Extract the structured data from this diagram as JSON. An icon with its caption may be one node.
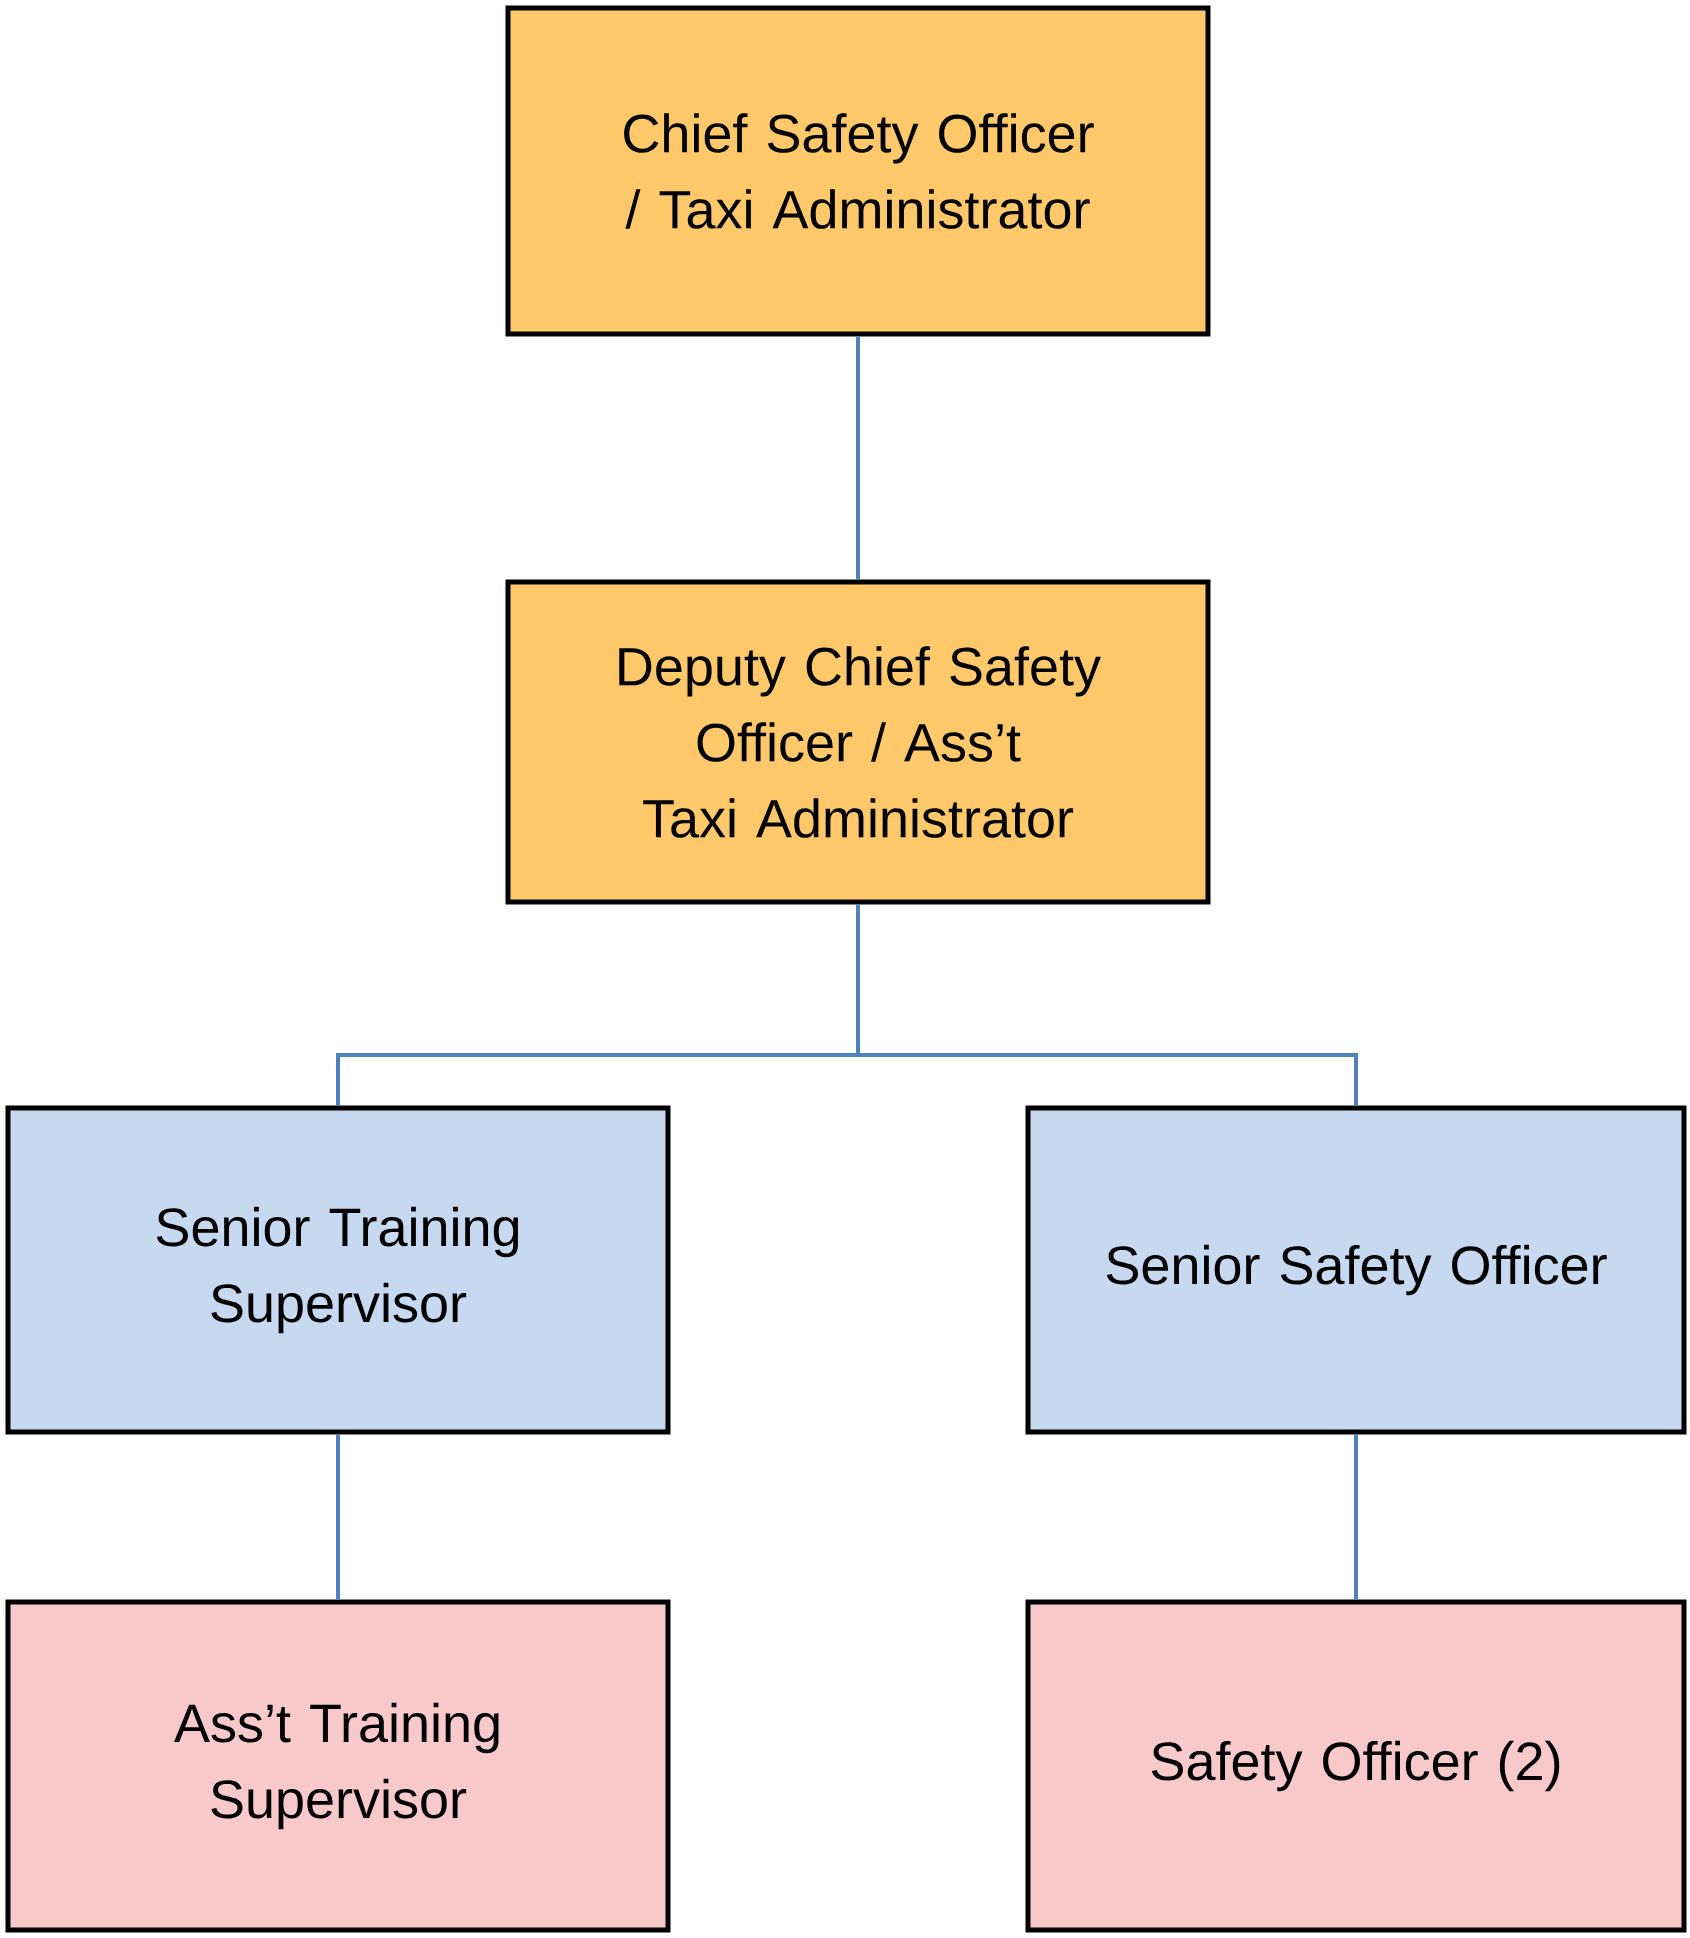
{
  "diagram": {
    "nodes": [
      {
        "text": [
          "Chief Safety Officer / Taxi Administrator"
        ]
      },
      {
        "text": [
          "Deputy Chief Safety Officer / Ass’t Taxi Administrator"
        ]
      },
      {
        "text": [
          "Senior Training Supervisor"
        ]
      },
      {
        "text": [
          "Senior Safety Officer"
        ]
      },
      {
        "text": [
          "Ass’t Training Supervisor"
        ]
      },
      {
        "text": [
          "Safety Officer (2)"
        ]
      }
    ],
    "edges": [
      {
        "from": 0,
        "to": 1,
        "arrow": "none"
      },
      {
        "from": 1,
        "to": 2,
        "arrow": "none"
      },
      {
        "from": 1,
        "to": 3,
        "arrow": "none"
      },
      {
        "from": 2,
        "to": 4,
        "arrow": "none"
      },
      {
        "from": 3,
        "to": 5,
        "arrow": "none"
      }
    ]
  }
}
